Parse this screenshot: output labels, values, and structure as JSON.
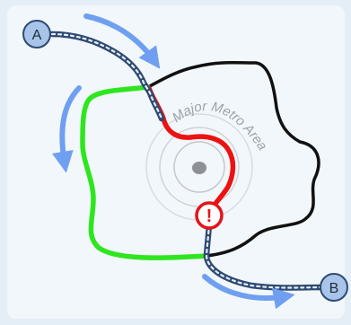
{
  "diagram": {
    "metro_label": "Major Metro Area",
    "start_node": {
      "label": "A"
    },
    "end_node": {
      "label": "B"
    },
    "warning_symbol": "!",
    "colors": {
      "background": "#f2f7fb",
      "bypass_route": "#2ee61e",
      "congested_route": "#ee1111",
      "metro_boundary": "#111111",
      "main_route_dots": "#2d4a72",
      "direction_arrows": "#6f9ff0",
      "node_fill": "#a9c4e9",
      "warning": "#e4141b"
    }
  }
}
